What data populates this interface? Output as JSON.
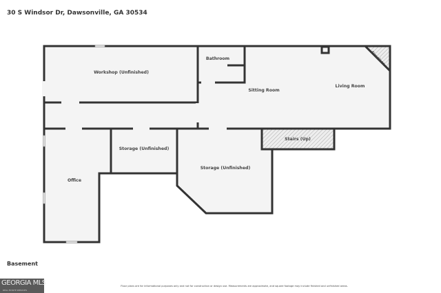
{
  "header": {
    "address": "30 S Windsor Dr, Dawsonville, GA 30534"
  },
  "floor": {
    "level": "Basement"
  },
  "rooms": {
    "workshop": "Workshop (Unfinished)",
    "bathroom": "Bathroom",
    "sitting": "Sitting Room",
    "living": "Living Room",
    "fireplace": "Fireplace",
    "stairs": "Stairs (Up)",
    "storage1": "Storage (Unfinished)",
    "storage2": "Storage (Unfinished)",
    "office": "Office"
  },
  "footer": {
    "disclaimer": "Floor plans are for informational purposes only and not for construction or design use. Measurements are approximate, and square footage may include finished and unfinished areas.",
    "logo": "GEORGIA MLS",
    "logo_sub": "REAL ESTATE SERVICES"
  },
  "colors": {
    "wall": "#333333",
    "floor": "#f4f4f4"
  }
}
